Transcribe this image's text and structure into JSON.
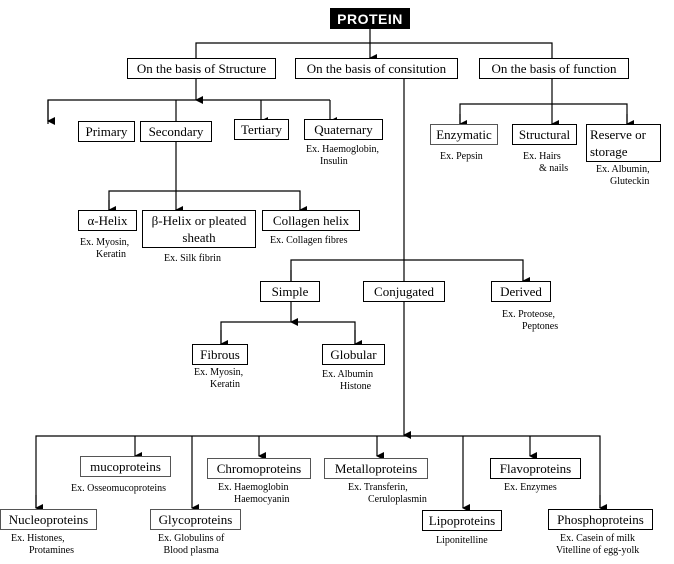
{
  "title": "PROTEIN",
  "bases": {
    "structure": "On the basis of Structure",
    "constitution": "On the basis of consitution",
    "function": "On the basis of function"
  },
  "structure": {
    "primary": "Primary",
    "secondary": "Secondary",
    "tertiary": "Tertiary",
    "quaternary": "Quaternary",
    "quaternary_ex": [
      "Ex. Haemoglobin,",
      "Insulin"
    ],
    "alpha_helix": "α-Helix",
    "alpha_helix_ex": [
      "Ex. Myosin,",
      "Keratin"
    ],
    "beta_helix": "β-Helix or pleated sheath",
    "beta_helix_ex": [
      "Ex. Silk fibrin"
    ],
    "collagen_helix": "Collagen helix",
    "collagen_helix_ex": [
      "Ex. Collagen fibres"
    ]
  },
  "function": {
    "enzymatic": "Enzymatic",
    "enzymatic_ex": [
      "Ex. Pepsin"
    ],
    "structural": "Structural",
    "structural_ex": [
      "Ex. Hairs",
      "& nails"
    ],
    "reserve": "Reserve or storage",
    "reserve_ex": [
      "Ex. Albumin,",
      "Gluteckin"
    ]
  },
  "constitution": {
    "simple": "Simple",
    "conjugated": "Conjugated",
    "derived": "Derived",
    "derived_ex": [
      "Ex. Proteose,",
      "Peptones"
    ],
    "fibrous": "Fibrous",
    "fibrous_ex": [
      "Ex. Myosin,",
      "Keratin"
    ],
    "globular": "Globular",
    "globular_ex": [
      "Ex. Albumin",
      "Histone"
    ]
  },
  "conjugated": {
    "mucoproteins": "mucoproteins",
    "mucoproteins_ex": [
      "Ex. Osseomucoproteins"
    ],
    "chromoproteins": "Chromoproteins",
    "chromoproteins_ex": [
      "Ex. Haemoglobin",
      "Haemocyanin"
    ],
    "metalloproteins": "Metalloproteins",
    "metalloproteins_ex": [
      "Ex. Transferin,",
      "Ceruloplasmin"
    ],
    "flavoproteins": "Flavoproteins",
    "flavoproteins_ex": [
      "Ex. Enzymes"
    ],
    "nucleoproteins": "Nucleoproteins",
    "nucleoproteins_ex": [
      "Ex. Histones,",
      "Protamines"
    ],
    "glycoproteins": "Glycoproteins",
    "glycoproteins_ex": [
      "Ex. Globulins of",
      "Blood plasma"
    ],
    "lipoproteins": "Lipoproteins",
    "lipoproteins_ex": [
      "Liponitelline"
    ],
    "phosphoproteins": "Phosphoproteins",
    "phosphoproteins_ex": [
      "Ex. Casein of milk",
      "Vitelline of egg-yolk"
    ]
  }
}
